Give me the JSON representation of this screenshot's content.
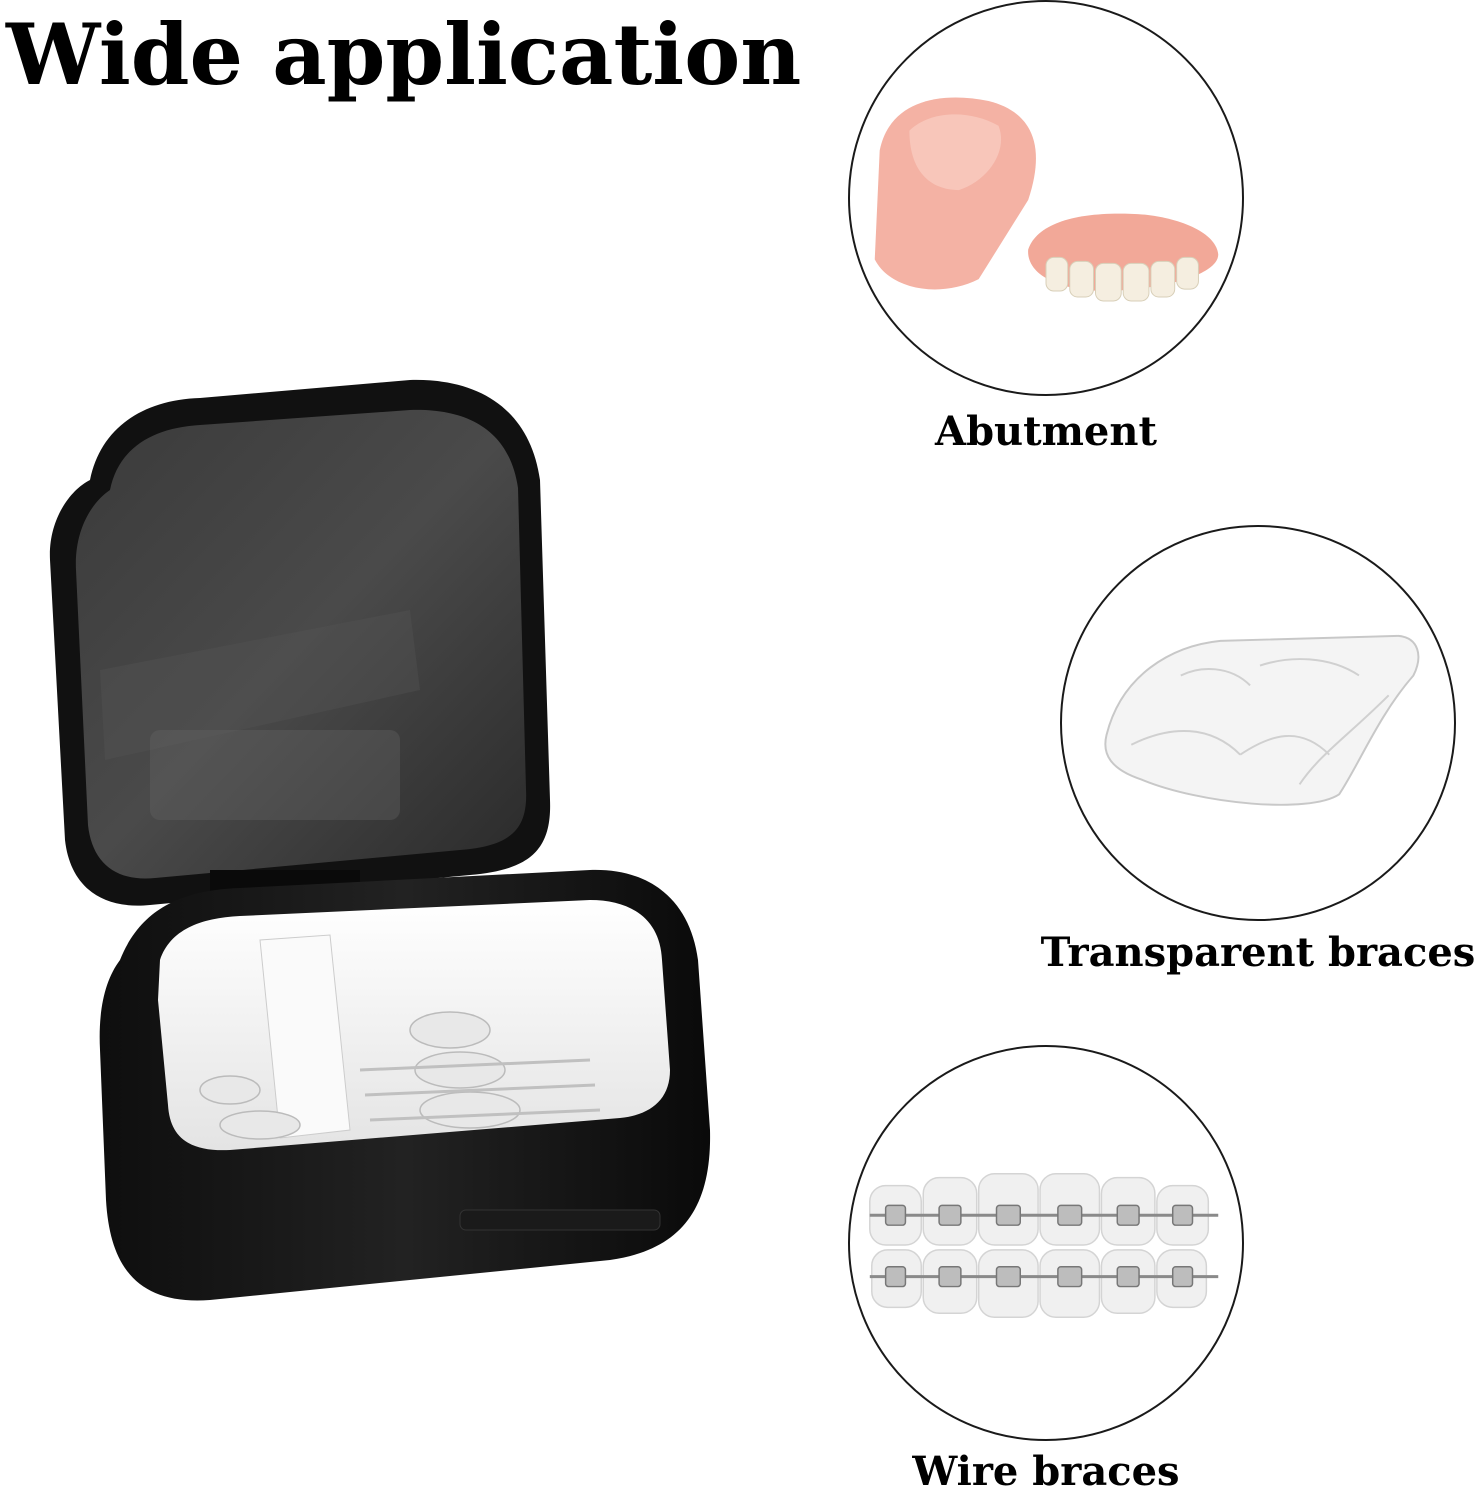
{
  "page": {
    "title": "Wide application"
  },
  "applications": [
    {
      "label": "Abutment",
      "icon": "denture-image"
    },
    {
      "label": "Transparent braces",
      "icon": "clear-aligner-image"
    },
    {
      "label": "Wire braces",
      "icon": "wire-braces-image"
    }
  ],
  "product": {
    "icon": "denture-case-image",
    "case_color": "#1c1c1c",
    "inner_color": "#f2f2f2"
  }
}
